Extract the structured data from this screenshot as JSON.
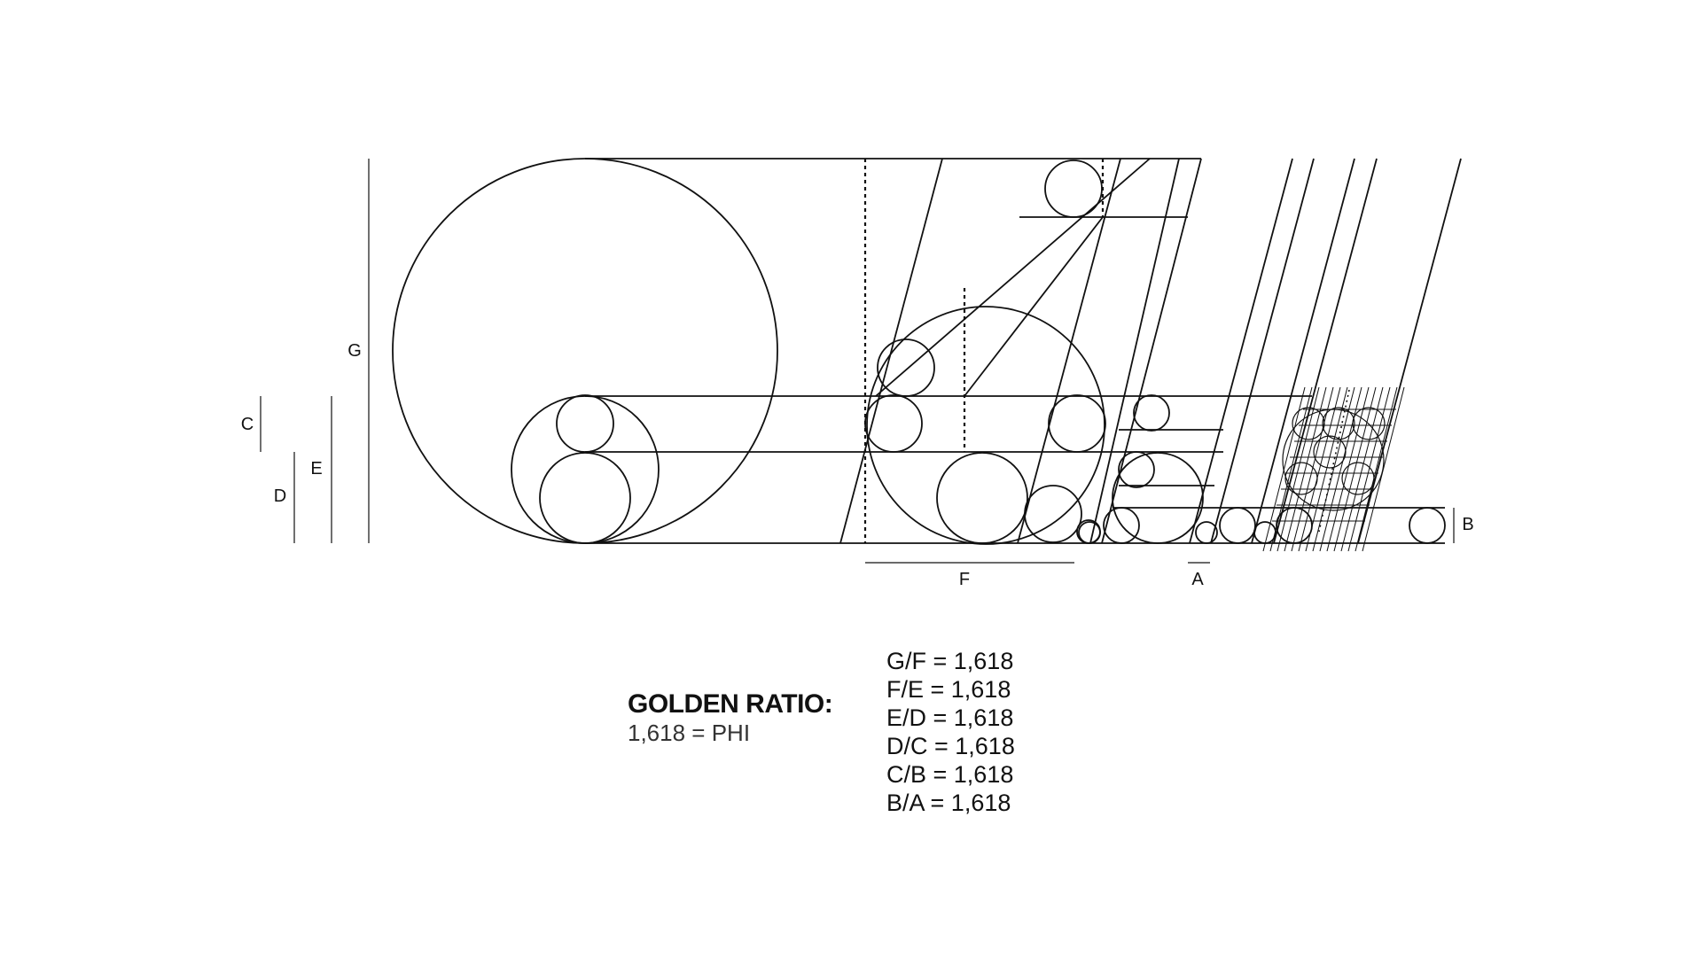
{
  "diagram": {
    "labels": {
      "A": "A",
      "B": "B",
      "C": "C",
      "D": "D",
      "E": "E",
      "F": "F",
      "G": "G"
    }
  },
  "legend": {
    "title": "GOLDEN RATIO:",
    "subtitle": "1,618 = PHI"
  },
  "ratios": [
    "G/F = 1,618",
    "F/E = 1,618",
    "E/D = 1,618",
    "D/C = 1,618",
    "C/B = 1,618",
    "B/A = 1,618"
  ]
}
